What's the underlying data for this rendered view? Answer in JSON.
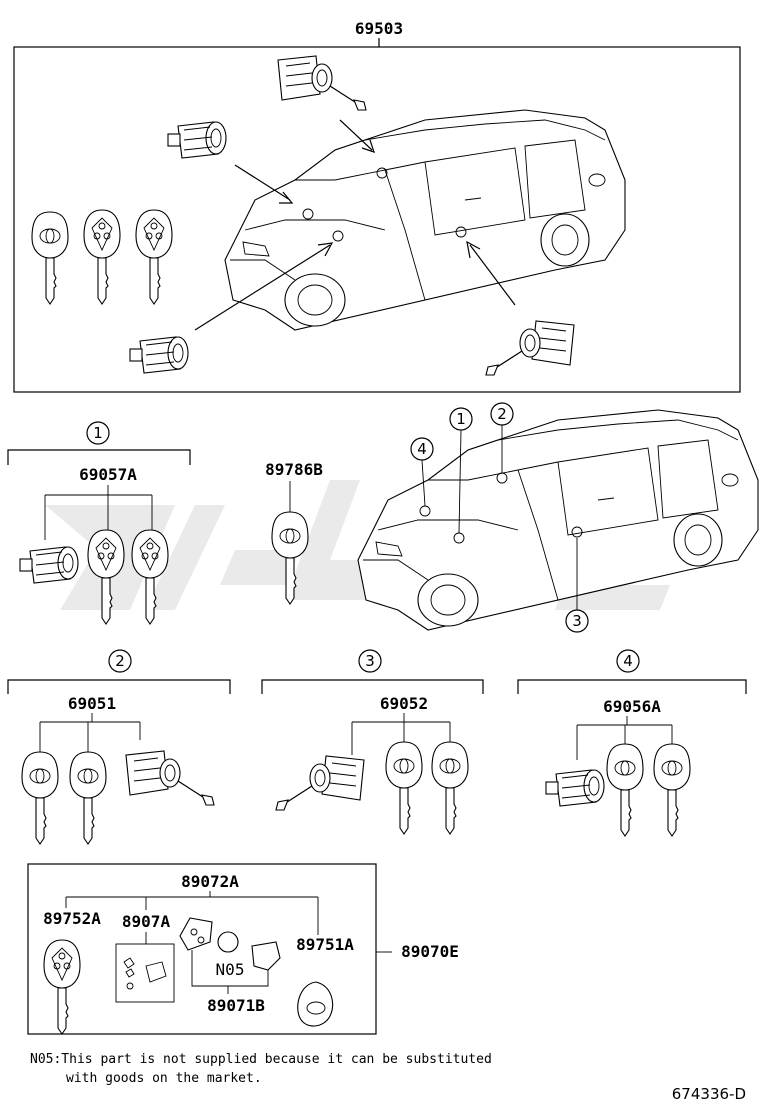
{
  "top_box": {
    "part_number": "69503"
  },
  "group1": {
    "callout": "1",
    "part_number": "69057A"
  },
  "single_key": {
    "part_number": "89786B"
  },
  "car_callouts": [
    "1",
    "2",
    "3",
    "4"
  ],
  "group2": {
    "callout": "2",
    "part_number": "69051"
  },
  "group3": {
    "callout": "3",
    "part_number": "69052"
  },
  "group4": {
    "callout": "4",
    "part_number": "69056A"
  },
  "transmitter_box": {
    "assembly_number": "89072A",
    "key_number": "89752A",
    "board_number": "8907A",
    "battery_label": "N05",
    "cover_number": "89751A",
    "case_number": "89071B",
    "outer_number": "89070E"
  },
  "note": {
    "line1": "N05:This part is not supplied because it can be substituted",
    "line2": "with goods on the market."
  },
  "diagram_id": "674336-D",
  "watermark_colour": "#d9d9d9"
}
